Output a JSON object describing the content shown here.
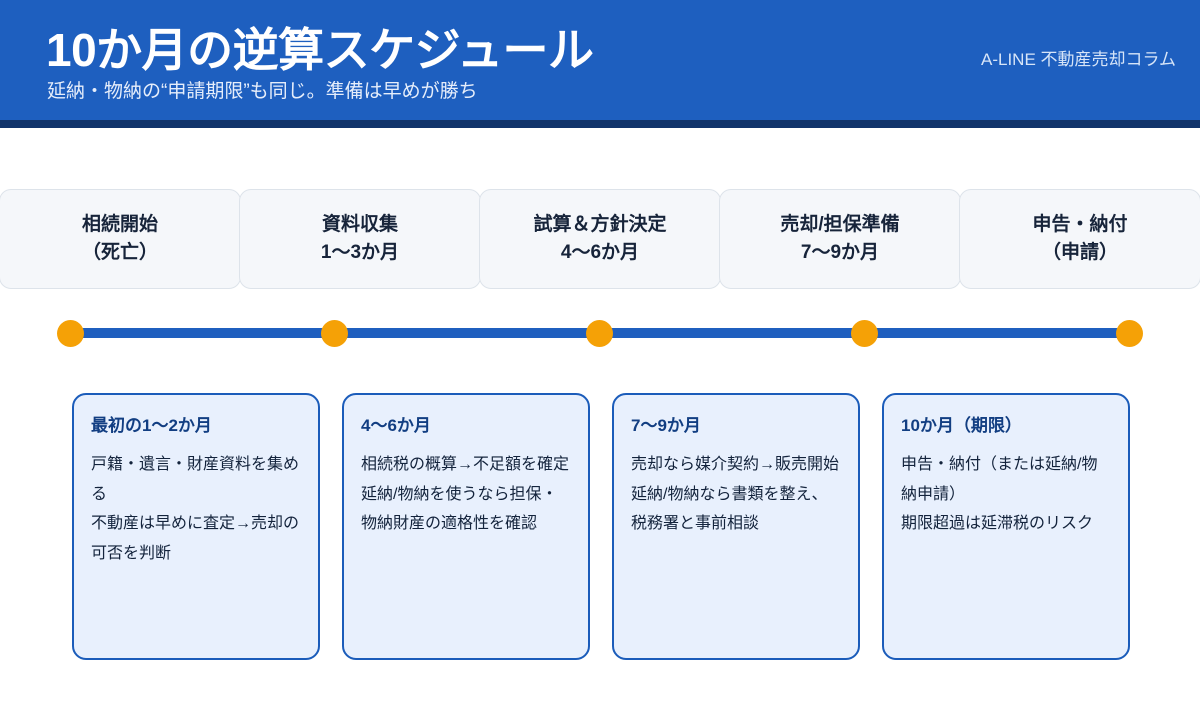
{
  "header": {
    "title": "10か月の逆算スケジュール",
    "subtitle": "延納・物納の“申請期限”も同じ。準備は早めが勝ち",
    "brand": "A-LINE 不動産売却コラム",
    "bg_color": "#1e5fbf",
    "underline_color": "#11346b"
  },
  "steps": [
    {
      "title": "相続開始",
      "sub": "（死亡）"
    },
    {
      "title": "資料収集",
      "sub": "1〜3か月"
    },
    {
      "title": "試算＆方針決定",
      "sub": "4〜6か月"
    },
    {
      "title": "売却/担保準備",
      "sub": "7〜9か月"
    },
    {
      "title": "申告・納付",
      "sub": "（申請）"
    }
  ],
  "timeline": {
    "line_color": "#1f5fbf",
    "dot_color": "#f5a106",
    "dot_count": 5
  },
  "cards": [
    {
      "heading": "最初の1〜2か月",
      "lines": [
        "戸籍・遺言・財産資料を集める",
        "不動産は早めに査定→売却の可否を判断"
      ]
    },
    {
      "heading": "4〜6か月",
      "lines": [
        "相続税の概算→不足額を確定",
        "延納/物納を使うなら担保・物納財産の適格性を確認"
      ]
    },
    {
      "heading": "7〜9か月",
      "lines": [
        "売却なら媒介契約→販売開始",
        "延納/物納なら書類を整え、税務署と事前相談"
      ]
    },
    {
      "heading": "10か月（期限）",
      "lines": [
        "申告・納付（または延納/物納申請）",
        "期限超過は延滞税のリスク"
      ]
    }
  ]
}
